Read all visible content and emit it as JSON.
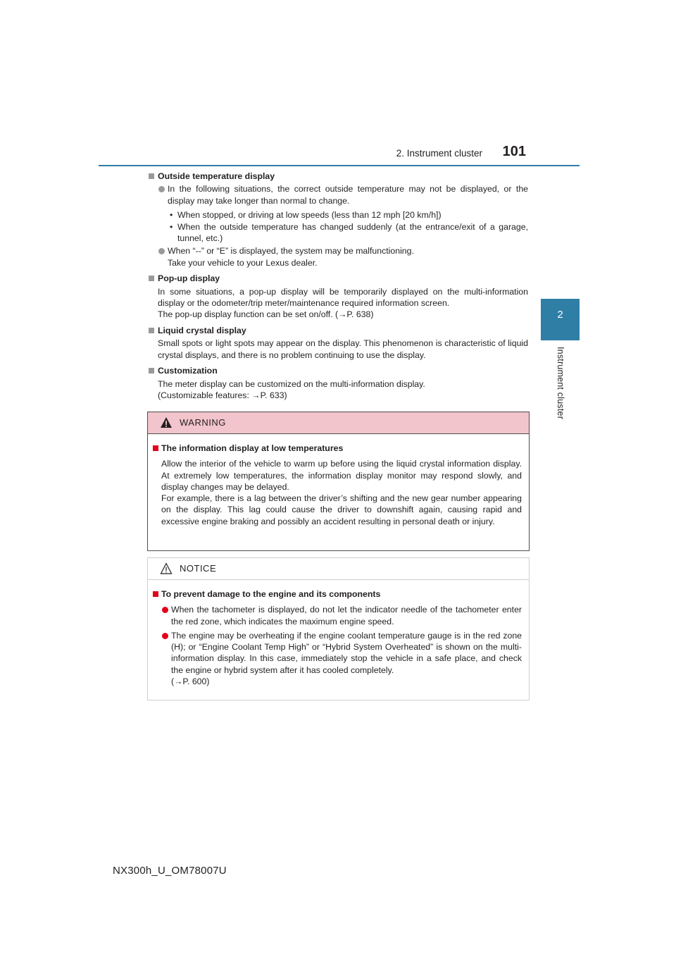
{
  "header": {
    "section": "2. Instrument cluster",
    "page_number": "101"
  },
  "tab": {
    "number": "2",
    "label": "Instrument cluster"
  },
  "sections": [
    {
      "heading": "Outside temperature display",
      "bullets": [
        {
          "text": "In the following situations, the correct outside temperature may not be displayed, or the display may take longer than normal to change.",
          "subs": [
            "When stopped, or driving at low speeds (less than 12 mph [20 km/h])",
            "When the outside temperature has changed suddenly (at the entrance/exit of a garage, tunnel, etc.)"
          ]
        },
        {
          "text": "When “--” or “E” is displayed, the system may be malfunctioning.",
          "text2": "Take your vehicle to your Lexus dealer."
        }
      ]
    },
    {
      "heading": "Pop-up display",
      "paragraphs": [
        "In some situations, a pop-up display will be temporarily displayed on the multi-information display or the odometer/trip meter/maintenance required information screen.",
        "The pop-up display function can be set on/off. (→P. 638)"
      ]
    },
    {
      "heading": "Liquid crystal display",
      "paragraphs": [
        "Small spots or light spots may appear on the display. This phenomenon is characteristic of liquid crystal displays, and there is no problem continuing to use the display."
      ]
    },
    {
      "heading": "Customization",
      "paragraphs": [
        "The meter display can be customized on the multi-information display.",
        "(Customizable features: →P. 633)"
      ]
    }
  ],
  "warning": {
    "title": "WARNING",
    "heading": "The information display at low temperatures",
    "paragraphs": [
      "Allow the interior of the vehicle to warm up before using the liquid crystal information display. At extremely low temperatures, the information display monitor may respond slowly, and display changes may be delayed.",
      "For example, there is a lag between the driver’s shifting and the new gear number appearing on the display. This lag could cause the driver to downshift again, causing rapid and excessive engine braking and possibly an accident resulting in personal death or injury."
    ]
  },
  "notice": {
    "title": "NOTICE",
    "heading": "To prevent damage to the engine and its components",
    "bullets": [
      "When the tachometer is displayed, do not let the indicator needle of the tachometer enter the red zone, which indicates the maximum engine speed.",
      "The engine may be overheating if the engine coolant temperature gauge is in the red zone (H); or “Engine Coolant Temp High” or “Hybrid System Overheated” is shown on the multi-information display. In this case, immediately stop the vehicle in a safe place, and check the engine or hybrid system after it has cooled completely."
    ],
    "ref": "(→P. 600)"
  },
  "footer": {
    "doc_id": "NX300h_U_OM78007U"
  },
  "colors": {
    "accent": "#2e7ea6",
    "warning_bg": "#f2c4cc",
    "bullet_red": "#e2001a",
    "bullet_gray": "#999999"
  }
}
